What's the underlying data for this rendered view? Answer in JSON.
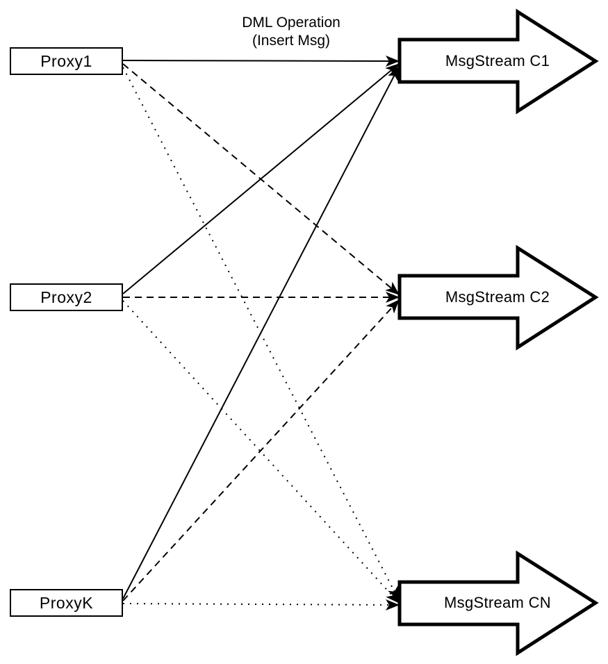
{
  "diagram": {
    "background_color": "#ffffff",
    "stroke_color": "#000000",
    "edge_label": {
      "line1": "DML Operation",
      "line2": "(Insert Msg)"
    },
    "proxies": [
      {
        "id": "proxy1",
        "label": "Proxy1"
      },
      {
        "id": "proxy2",
        "label": "Proxy2"
      },
      {
        "id": "proxyk",
        "label": "ProxyK"
      }
    ],
    "streams": [
      {
        "id": "msgstream-c1",
        "label": "MsgStream C1"
      },
      {
        "id": "msgstream-c2",
        "label": "MsgStream C2"
      },
      {
        "id": "msgstream-cn",
        "label": "MsgStream CN"
      }
    ],
    "edges": [
      {
        "from": "Proxy1",
        "to": "MsgStream C1",
        "style": "solid",
        "label": "DML Operation (Insert Msg)"
      },
      {
        "from": "Proxy2",
        "to": "MsgStream C1",
        "style": "solid",
        "label": ""
      },
      {
        "from": "ProxyK",
        "to": "MsgStream C1",
        "style": "solid",
        "label": ""
      },
      {
        "from": "Proxy1",
        "to": "MsgStream C2",
        "style": "dashed",
        "label": ""
      },
      {
        "from": "Proxy2",
        "to": "MsgStream C2",
        "style": "dashed",
        "label": ""
      },
      {
        "from": "ProxyK",
        "to": "MsgStream C2",
        "style": "dashed",
        "label": ""
      },
      {
        "from": "Proxy1",
        "to": "MsgStream CN",
        "style": "dotted",
        "label": ""
      },
      {
        "from": "Proxy2",
        "to": "MsgStream CN",
        "style": "dotted",
        "label": ""
      },
      {
        "from": "ProxyK",
        "to": "MsgStream CN",
        "style": "dotted",
        "label": ""
      }
    ]
  }
}
